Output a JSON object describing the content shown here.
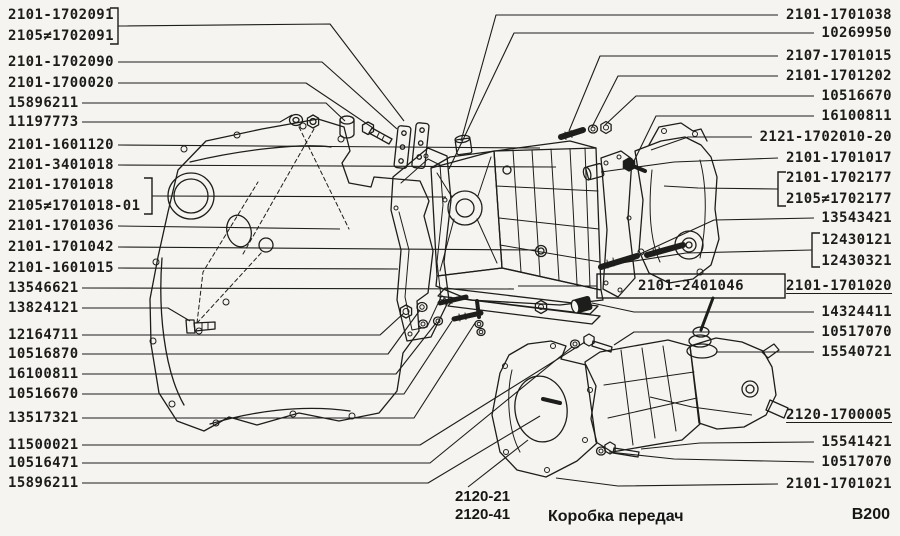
{
  "colors": {
    "background": "#f5f4f0",
    "ink": "#1d1d1b"
  },
  "diagram": {
    "labels_left": [
      {
        "text": "2101-1702091"
      },
      {
        "text": "2105≠1702091"
      },
      {
        "text": "2101-1702090"
      },
      {
        "text": "2101-1700020"
      },
      {
        "text": "15896211"
      },
      {
        "text": "11197773"
      },
      {
        "text": "2101-1601120"
      },
      {
        "text": "2101-3401018"
      },
      {
        "text": "2101-1701018"
      },
      {
        "text": "2105≠1701018-01"
      },
      {
        "text": "2101-1701036"
      },
      {
        "text": "2101-1701042"
      },
      {
        "text": "2101-1601015"
      },
      {
        "text": "13546621"
      },
      {
        "text": "13824121"
      },
      {
        "text": "12164711"
      },
      {
        "text": "10516870"
      },
      {
        "text": "16100811"
      },
      {
        "text": "10516670"
      },
      {
        "text": "13517321"
      },
      {
        "text": "11500021"
      },
      {
        "text": "10516471"
      },
      {
        "text": "15896211"
      }
    ],
    "labels_right": [
      {
        "text": "2101-1701038"
      },
      {
        "text": "10269950"
      },
      {
        "text": "2107-1701015"
      },
      {
        "text": "2101-1701202"
      },
      {
        "text": "10516670"
      },
      {
        "text": "16100811"
      },
      {
        "text": "2121-1702010-20"
      },
      {
        "text": "2101-1701017"
      },
      {
        "text": "2101-1702177"
      },
      {
        "text": "2105≠1702177"
      },
      {
        "text": "13543421"
      },
      {
        "text": "12430121"
      },
      {
        "text": "12430321"
      },
      {
        "text": "2101-2401046",
        "style": "boxed"
      },
      {
        "text": "2101-1701020",
        "style": "underlined"
      },
      {
        "text": "14324411"
      },
      {
        "text": "10517070"
      },
      {
        "text": "15540721"
      },
      {
        "text": "2120-1700005",
        "style": "underlined"
      },
      {
        "text": "15541421"
      },
      {
        "text": "10517070"
      },
      {
        "text": "2101-1701021"
      }
    ],
    "footer": {
      "variant_codes": [
        "2120-21",
        "2120-41"
      ],
      "title": "Коробка передач",
      "sheet_code": "B200"
    }
  }
}
